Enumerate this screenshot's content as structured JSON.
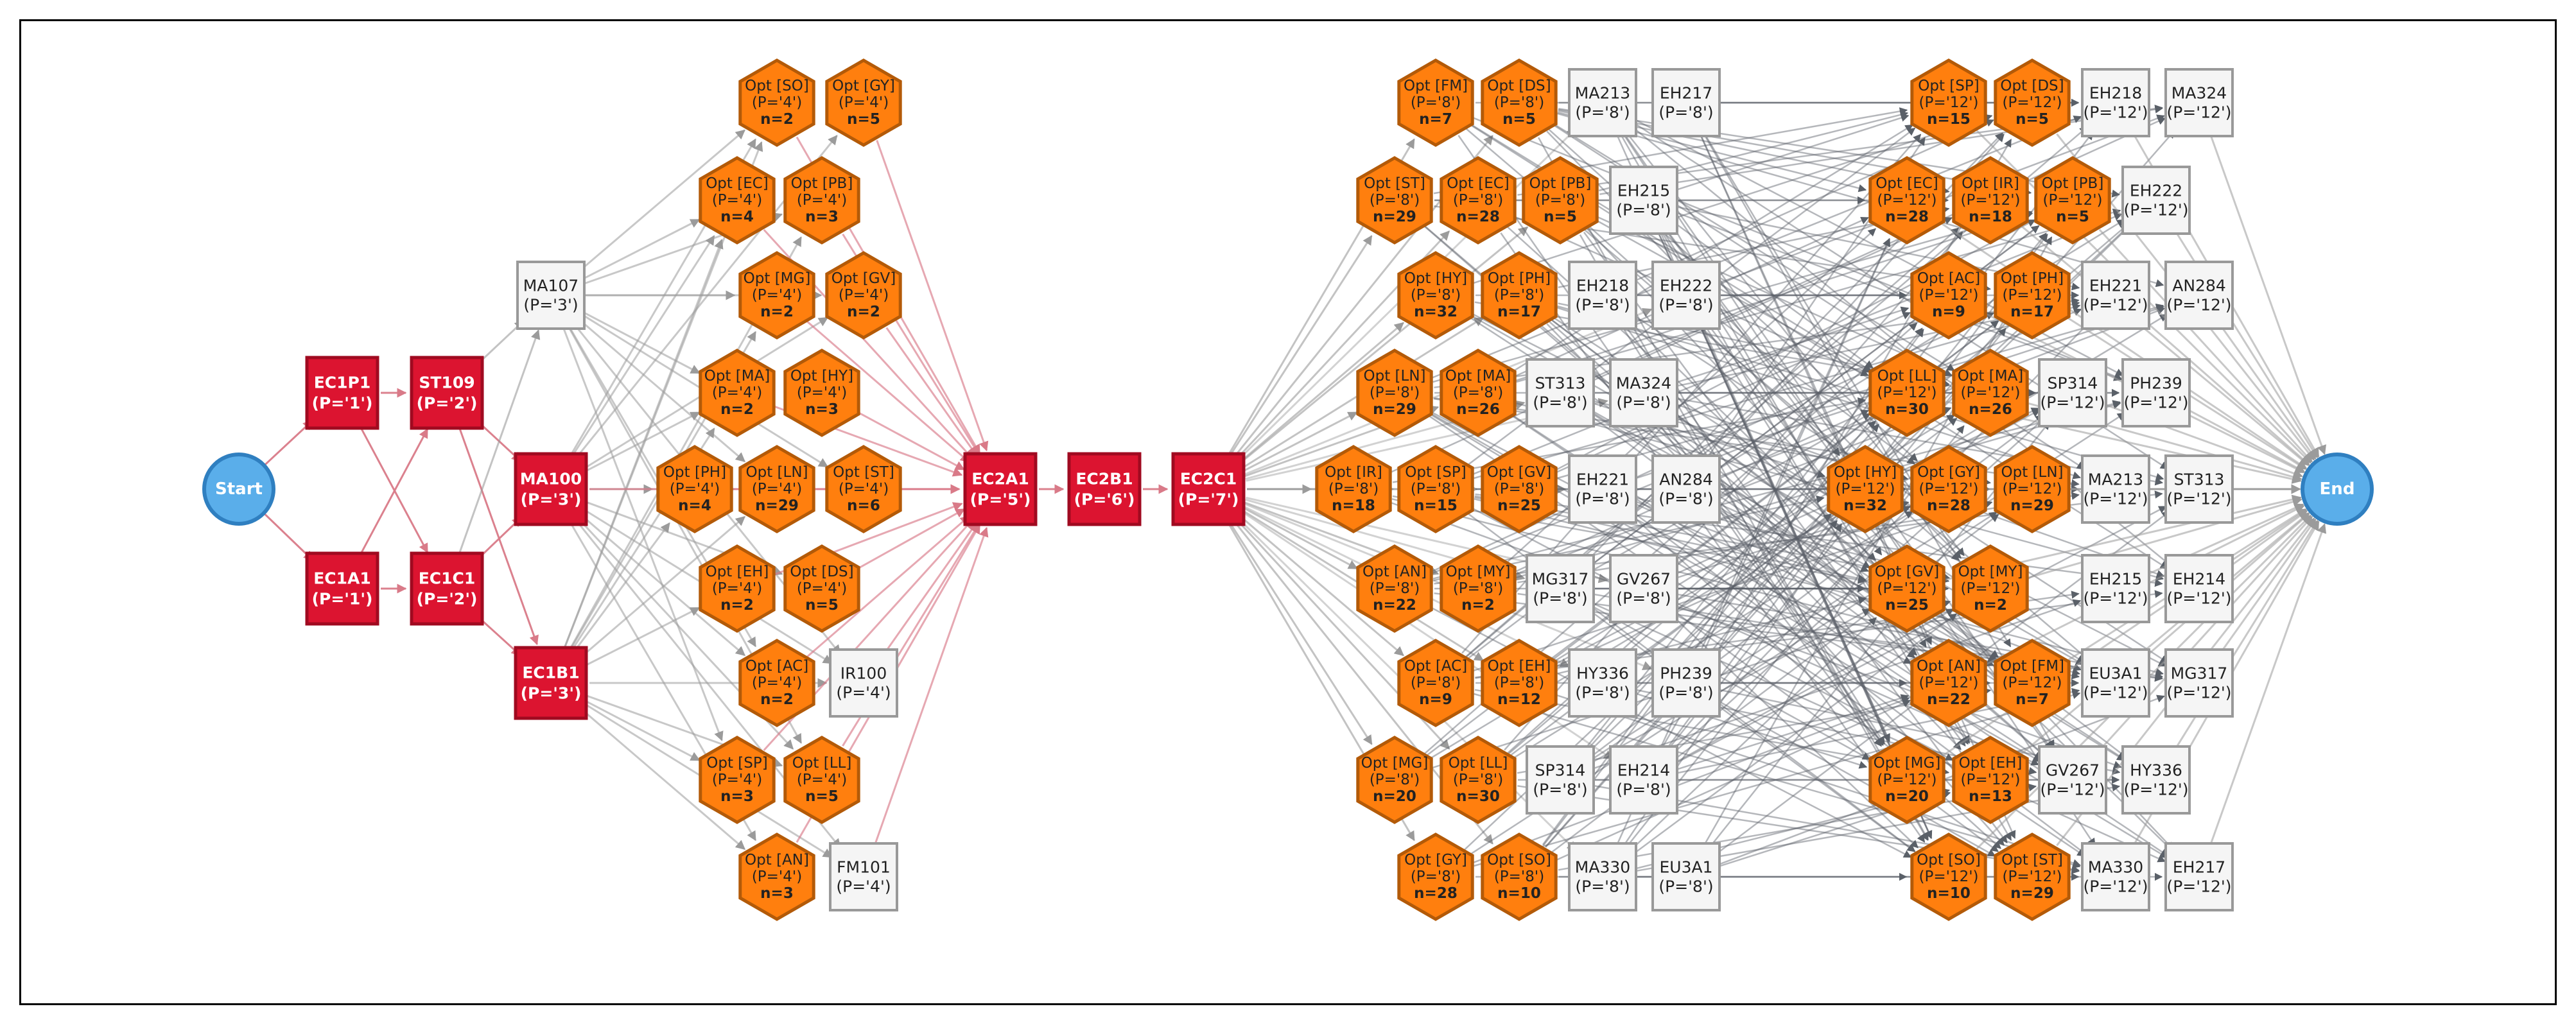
{
  "colors": {
    "start_end_fill": "#5aaeea",
    "start_end_stroke": "#2f7fc0",
    "core_fill": "#dc1430",
    "core_stroke": "#a00a20",
    "opt_fill": "#ff7f0e",
    "opt_stroke": "#b35a08",
    "course_fill": "#f5f5f5",
    "course_stroke": "#999999",
    "edge_gray": "#9b9b9b",
    "edge_dark": "#5a6068",
    "edge_red": "#d97a88"
  },
  "terminals": {
    "start": "Start",
    "end": "End"
  },
  "core": [
    {
      "id": "EC1P1",
      "code": "EC1P1",
      "period": "(P='1')"
    },
    {
      "id": "EC1A1",
      "code": "EC1A1",
      "period": "(P='1')"
    },
    {
      "id": "ST109",
      "code": "ST109",
      "period": "(P='2')"
    },
    {
      "id": "EC1C1",
      "code": "EC1C1",
      "period": "(P='2')"
    },
    {
      "id": "MA100",
      "code": "MA100",
      "period": "(P='3')"
    },
    {
      "id": "EC1B1",
      "code": "EC1B1",
      "period": "(P='3')"
    },
    {
      "id": "EC2A1",
      "code": "EC2A1",
      "period": "(P='5')"
    },
    {
      "id": "EC2B1",
      "code": "EC2B1",
      "period": "(P='6')"
    },
    {
      "id": "EC2C1",
      "code": "EC2C1",
      "period": "(P='7')"
    }
  ],
  "stage1_courses": [
    {
      "id": "MA107",
      "code": "MA107",
      "period": "(P='3')"
    },
    {
      "id": "IR100",
      "code": "IR100",
      "period": "(P='4')"
    },
    {
      "id": "FM101",
      "code": "FM101",
      "period": "(P='4')"
    }
  ],
  "stage1_options": [
    {
      "id": "s1_SO",
      "name": "Opt [SO]",
      "period": "(P='4')",
      "n": "n=2"
    },
    {
      "id": "s1_GY",
      "name": "Opt [GY]",
      "period": "(P='4')",
      "n": "n=5"
    },
    {
      "id": "s1_EC",
      "name": "Opt [EC]",
      "period": "(P='4')",
      "n": "n=4"
    },
    {
      "id": "s1_PB",
      "name": "Opt [PB]",
      "period": "(P='4')",
      "n": "n=3"
    },
    {
      "id": "s1_MG",
      "name": "Opt [MG]",
      "period": "(P='4')",
      "n": "n=2"
    },
    {
      "id": "s1_GV",
      "name": "Opt [GV]",
      "period": "(P='4')",
      "n": "n=2"
    },
    {
      "id": "s1_MA",
      "name": "Opt [MA]",
      "period": "(P='4')",
      "n": "n=2"
    },
    {
      "id": "s1_HY",
      "name": "Opt [HY]",
      "period": "(P='4')",
      "n": "n=3"
    },
    {
      "id": "s1_PH",
      "name": "Opt [PH]",
      "period": "(P='4')",
      "n": "n=4"
    },
    {
      "id": "s1_LN",
      "name": "Opt [LN]",
      "period": "(P='4')",
      "n": "n=29"
    },
    {
      "id": "s1_ST",
      "name": "Opt [ST]",
      "period": "(P='4')",
      "n": "n=6"
    },
    {
      "id": "s1_EH",
      "name": "Opt [EH]",
      "period": "(P='4')",
      "n": "n=2"
    },
    {
      "id": "s1_DS",
      "name": "Opt [DS]",
      "period": "(P='4')",
      "n": "n=5"
    },
    {
      "id": "s1_AC",
      "name": "Opt [AC]",
      "period": "(P='4')",
      "n": "n=2"
    },
    {
      "id": "s1_SP",
      "name": "Opt [SP]",
      "period": "(P='4')",
      "n": "n=3"
    },
    {
      "id": "s1_LL",
      "name": "Opt [LL]",
      "period": "(P='4')",
      "n": "n=5"
    },
    {
      "id": "s1_AN",
      "name": "Opt [AN]",
      "period": "(P='4')",
      "n": "n=3"
    }
  ],
  "stage2_options": [
    {
      "id": "s2_FM",
      "name": "Opt [FM]",
      "period": "(P='8')",
      "n": "n=7"
    },
    {
      "id": "s2_DS",
      "name": "Opt [DS]",
      "period": "(P='8')",
      "n": "n=5"
    },
    {
      "id": "s2_ST",
      "name": "Opt [ST]",
      "period": "(P='8')",
      "n": "n=29"
    },
    {
      "id": "s2_EC",
      "name": "Opt [EC]",
      "period": "(P='8')",
      "n": "n=28"
    },
    {
      "id": "s2_PB",
      "name": "Opt [PB]",
      "period": "(P='8')",
      "n": "n=5"
    },
    {
      "id": "s2_HY",
      "name": "Opt [HY]",
      "period": "(P='8')",
      "n": "n=32"
    },
    {
      "id": "s2_PH",
      "name": "Opt [PH]",
      "period": "(P='8')",
      "n": "n=17"
    },
    {
      "id": "s2_LN",
      "name": "Opt [LN]",
      "period": "(P='8')",
      "n": "n=29"
    },
    {
      "id": "s2_MA",
      "name": "Opt [MA]",
      "period": "(P='8')",
      "n": "n=26"
    },
    {
      "id": "s2_IR",
      "name": "Opt [IR]",
      "period": "(P='8')",
      "n": "n=18"
    },
    {
      "id": "s2_SP",
      "name": "Opt [SP]",
      "period": "(P='8')",
      "n": "n=15"
    },
    {
      "id": "s2_GV",
      "name": "Opt [GV]",
      "period": "(P='8')",
      "n": "n=25"
    },
    {
      "id": "s2_AN",
      "name": "Opt [AN]",
      "period": "(P='8')",
      "n": "n=22"
    },
    {
      "id": "s2_MY",
      "name": "Opt [MY]",
      "period": "(P='8')",
      "n": "n=2"
    },
    {
      "id": "s2_AC",
      "name": "Opt [AC]",
      "period": "(P='8')",
      "n": "n=9"
    },
    {
      "id": "s2_EH",
      "name": "Opt [EH]",
      "period": "(P='8')",
      "n": "n=12"
    },
    {
      "id": "s2_MG",
      "name": "Opt [MG]",
      "period": "(P='8')",
      "n": "n=20"
    },
    {
      "id": "s2_LL",
      "name": "Opt [LL]",
      "period": "(P='8')",
      "n": "n=30"
    },
    {
      "id": "s2_GY",
      "name": "Opt [GY]",
      "period": "(P='8')",
      "n": "n=28"
    },
    {
      "id": "s2_SO",
      "name": "Opt [SO]",
      "period": "(P='8')",
      "n": "n=10"
    }
  ],
  "stage2_courses": [
    {
      "id": "s2c_MA213",
      "code": "MA213",
      "period": "(P='8')"
    },
    {
      "id": "s2c_EH217",
      "code": "EH217",
      "period": "(P='8')"
    },
    {
      "id": "s2c_EH215",
      "code": "EH215",
      "period": "(P='8')"
    },
    {
      "id": "s2c_EH218",
      "code": "EH218",
      "period": "(P='8')"
    },
    {
      "id": "s2c_EH222",
      "code": "EH222",
      "period": "(P='8')"
    },
    {
      "id": "s2c_ST313",
      "code": "ST313",
      "period": "(P='8')"
    },
    {
      "id": "s2c_MA324",
      "code": "MA324",
      "period": "(P='8')"
    },
    {
      "id": "s2c_EH221",
      "code": "EH221",
      "period": "(P='8')"
    },
    {
      "id": "s2c_AN284",
      "code": "AN284",
      "period": "(P='8')"
    },
    {
      "id": "s2c_MG317",
      "code": "MG317",
      "period": "(P='8')"
    },
    {
      "id": "s2c_GV267",
      "code": "GV267",
      "period": "(P='8')"
    },
    {
      "id": "s2c_HY336",
      "code": "HY336",
      "period": "(P='8')"
    },
    {
      "id": "s2c_PH239",
      "code": "PH239",
      "period": "(P='8')"
    },
    {
      "id": "s2c_SP314",
      "code": "SP314",
      "period": "(P='8')"
    },
    {
      "id": "s2c_EH214",
      "code": "EH214",
      "period": "(P='8')"
    },
    {
      "id": "s2c_MA330",
      "code": "MA330",
      "period": "(P='8')"
    },
    {
      "id": "s2c_EU3A1",
      "code": "EU3A1",
      "period": "(P='8')"
    }
  ],
  "stage3_options": [
    {
      "id": "s3_SP",
      "name": "Opt [SP]",
      "period": "(P='12')",
      "n": "n=15"
    },
    {
      "id": "s3_DS",
      "name": "Opt [DS]",
      "period": "(P='12')",
      "n": "n=5"
    },
    {
      "id": "s3_EC",
      "name": "Opt [EC]",
      "period": "(P='12')",
      "n": "n=28"
    },
    {
      "id": "s3_IR",
      "name": "Opt [IR]",
      "period": "(P='12')",
      "n": "n=18"
    },
    {
      "id": "s3_PB",
      "name": "Opt [PB]",
      "period": "(P='12')",
      "n": "n=5"
    },
    {
      "id": "s3_AC",
      "name": "Opt [AC]",
      "period": "(P='12')",
      "n": "n=9"
    },
    {
      "id": "s3_PH",
      "name": "Opt [PH]",
      "period": "(P='12')",
      "n": "n=17"
    },
    {
      "id": "s3_LL",
      "name": "Opt [LL]",
      "period": "(P='12')",
      "n": "n=30"
    },
    {
      "id": "s3_MA",
      "name": "Opt [MA]",
      "period": "(P='12')",
      "n": "n=26"
    },
    {
      "id": "s3_HY",
      "name": "Opt [HY]",
      "period": "(P='12')",
      "n": "n=32"
    },
    {
      "id": "s3_GY",
      "name": "Opt [GY]",
      "period": "(P='12')",
      "n": "n=28"
    },
    {
      "id": "s3_LN",
      "name": "Opt [LN]",
      "period": "(P='12')",
      "n": "n=29"
    },
    {
      "id": "s3_GV",
      "name": "Opt [GV]",
      "period": "(P='12')",
      "n": "n=25"
    },
    {
      "id": "s3_MY",
      "name": "Opt [MY]",
      "period": "(P='12')",
      "n": "n=2"
    },
    {
      "id": "s3_AN",
      "name": "Opt [AN]",
      "period": "(P='12')",
      "n": "n=22"
    },
    {
      "id": "s3_FM",
      "name": "Opt [FM]",
      "period": "(P='12')",
      "n": "n=7"
    },
    {
      "id": "s3_MG",
      "name": "Opt [MG]",
      "period": "(P='12')",
      "n": "n=20"
    },
    {
      "id": "s3_EH",
      "name": "Opt [EH]",
      "period": "(P='12')",
      "n": "n=13"
    },
    {
      "id": "s3_SO",
      "name": "Opt [SO]",
      "period": "(P='12')",
      "n": "n=10"
    },
    {
      "id": "s3_ST",
      "name": "Opt [ST]",
      "period": "(P='12')",
      "n": "n=29"
    }
  ],
  "stage3_courses": [
    {
      "id": "s3c_EH218",
      "code": "EH218",
      "period": "(P='12')"
    },
    {
      "id": "s3c_MA324",
      "code": "MA324",
      "period": "(P='12')"
    },
    {
      "id": "s3c_EH222",
      "code": "EH222",
      "period": "(P='12')"
    },
    {
      "id": "s3c_EH221",
      "code": "EH221",
      "period": "(P='12')"
    },
    {
      "id": "s3c_AN284",
      "code": "AN284",
      "period": "(P='12')"
    },
    {
      "id": "s3c_SP314",
      "code": "SP314",
      "period": "(P='12')"
    },
    {
      "id": "s3c_PH239",
      "code": "PH239",
      "period": "(P='12')"
    },
    {
      "id": "s3c_MA213",
      "code": "MA213",
      "period": "(P='12')"
    },
    {
      "id": "s3c_ST313",
      "code": "ST313",
      "period": "(P='12')"
    },
    {
      "id": "s3c_EH215",
      "code": "EH215",
      "period": "(P='12')"
    },
    {
      "id": "s3c_EH214",
      "code": "EH214",
      "period": "(P='12')"
    },
    {
      "id": "s3c_EU3A1",
      "code": "EU3A1",
      "period": "(P='12')"
    },
    {
      "id": "s3c_MG317",
      "code": "MG317",
      "period": "(P='12')"
    },
    {
      "id": "s3c_GV267",
      "code": "GV267",
      "period": "(P='12')"
    },
    {
      "id": "s3c_HY336",
      "code": "HY336",
      "period": "(P='12')"
    },
    {
      "id": "s3c_MA330",
      "code": "MA330",
      "period": "(P='12')"
    },
    {
      "id": "s3c_EH217",
      "code": "EH217",
      "period": "(P='12')"
    }
  ],
  "edges": {
    "core_red": [
      [
        "start",
        "EC1P1"
      ],
      [
        "start",
        "EC1A1"
      ],
      [
        "EC1P1",
        "ST109"
      ],
      [
        "EC1P1",
        "EC1C1"
      ],
      [
        "EC1A1",
        "ST109"
      ],
      [
        "EC1A1",
        "EC1C1"
      ],
      [
        "ST109",
        "MA100"
      ],
      [
        "ST109",
        "EC1B1"
      ],
      [
        "EC1C1",
        "MA100"
      ],
      [
        "EC1C1",
        "EC1B1"
      ],
      [
        "EC2A1",
        "EC2B1"
      ],
      [
        "EC2B1",
        "EC2C1"
      ]
    ]
  }
}
